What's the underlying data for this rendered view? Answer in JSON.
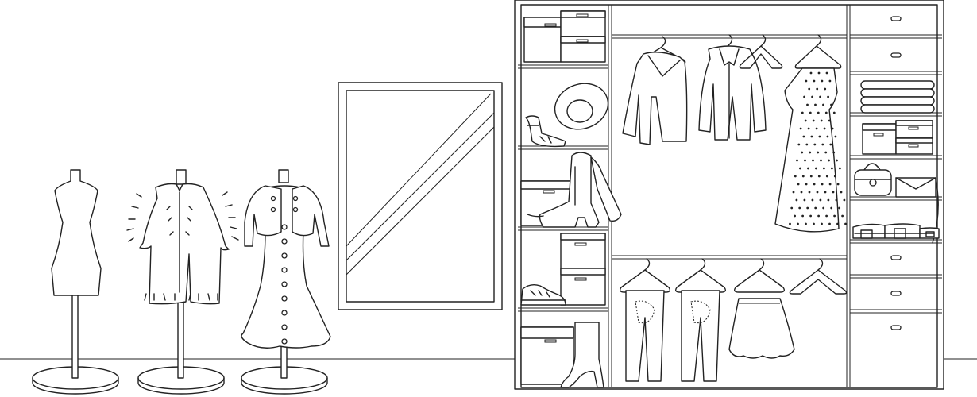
{
  "scene": {
    "line_color": "#222222",
    "background": "#ffffff",
    "mannequins": [
      {
        "id": "plain-form",
        "garment": "none"
      },
      {
        "id": "fur-coat-form",
        "garment": "fur-coat"
      },
      {
        "id": "dress-form",
        "garment": "buttoned-dress-with-jacket"
      }
    ],
    "wardrobe": {
      "left_column_items": [
        "storage-boxes",
        "sun-hat",
        "sandal",
        "storage-box",
        "tall-boot",
        "storage-boxes",
        "sneaker",
        "storage-box",
        "ankle-boot"
      ],
      "upper_rail_items": [
        "v-neck-sweater",
        "jacket",
        "empty-hanger",
        "polka-dot-dress"
      ],
      "lower_rail_items": [
        "jeans",
        "jeans",
        "skirt",
        "empty-hanger"
      ],
      "right_column_items": [
        "drawer",
        "drawer",
        "folded-towels",
        "storage-boxes",
        "handbag",
        "clutch",
        "belts",
        "drawer",
        "drawer",
        "drawer"
      ]
    }
  }
}
